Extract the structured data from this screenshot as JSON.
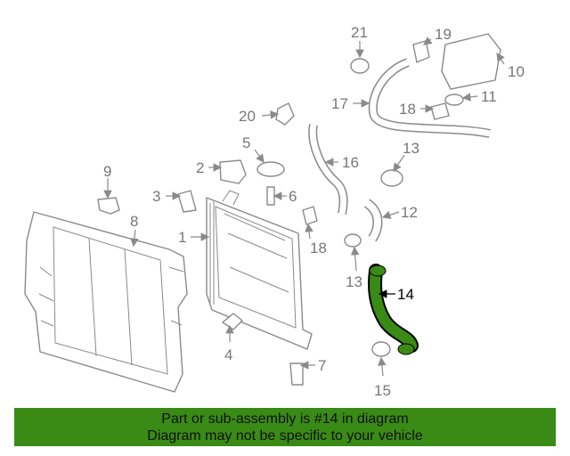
{
  "diagram": {
    "highlight_color": "#3a8a16",
    "callouts": {
      "c1": "1",
      "c2": "2",
      "c3": "3",
      "c4": "4",
      "c5": "5",
      "c6": "6",
      "c7": "7",
      "c8": "8",
      "c9": "9",
      "c10": "10",
      "c11": "11",
      "c12": "12",
      "c13a": "13",
      "c13b": "13",
      "c14": "14",
      "c15": "15",
      "c16": "16",
      "c17": "17",
      "c18a": "18",
      "c18b": "18",
      "c19": "19",
      "c20": "20",
      "c21": "21"
    }
  },
  "banner": {
    "background": "#3a8a16",
    "line1": "Part or sub-assembly is #14 in diagram",
    "line2": "Diagram may not be specific to your vehicle"
  }
}
